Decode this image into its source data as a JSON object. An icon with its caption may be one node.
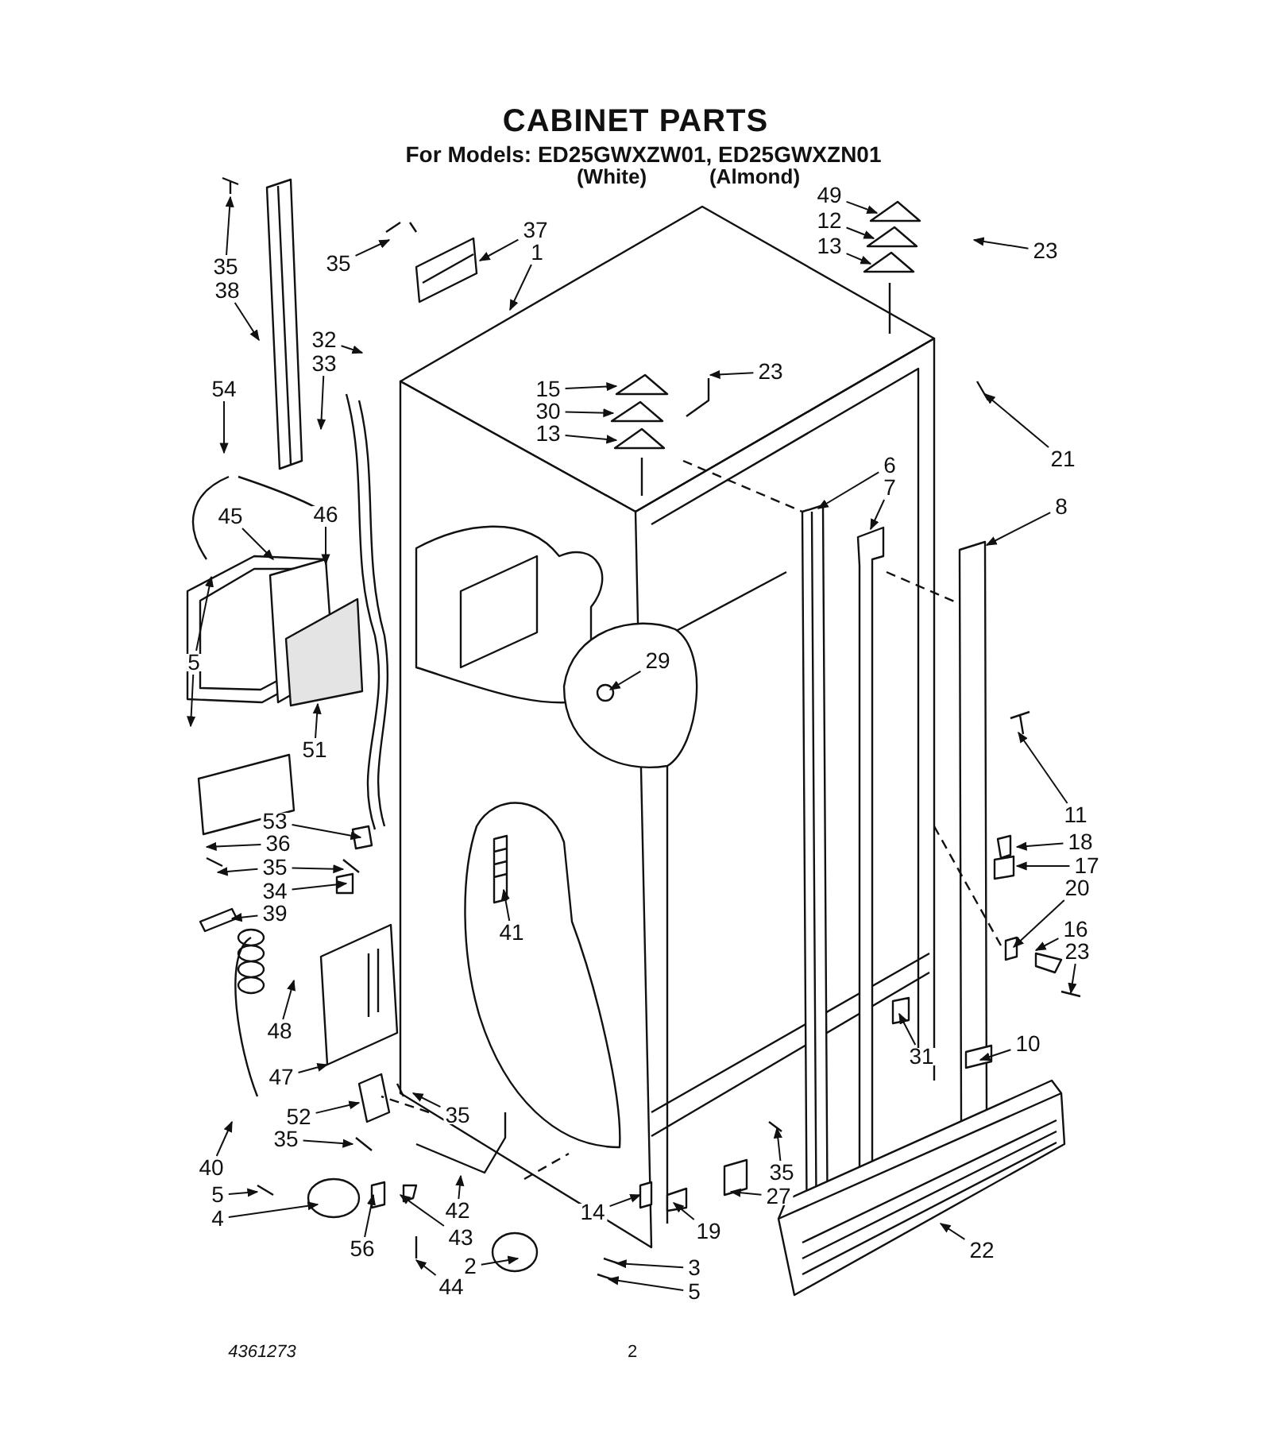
{
  "diagram": {
    "title": "CABINET PARTS",
    "nodes": [
      {
        "text": [
          "35"
        ]
      },
      {
        "text": [
          "38"
        ]
      },
      {
        "text": [
          "35"
        ]
      },
      {
        "text": [
          "37"
        ]
      },
      {
        "text": [
          "1"
        ]
      },
      {
        "text": [
          "49"
        ]
      },
      {
        "text": [
          "23"
        ]
      },
      {
        "text": [
          "12"
        ]
      },
      {
        "text": [
          "13"
        ]
      },
      {
        "text": [
          "32"
        ]
      },
      {
        "text": [
          "33"
        ]
      },
      {
        "text": [
          "23"
        ]
      },
      {
        "text": [
          "15"
        ]
      },
      {
        "text": [
          "54"
        ]
      },
      {
        "text": [
          "30"
        ]
      },
      {
        "text": [
          "13"
        ]
      },
      {
        "text": [
          "21"
        ]
      },
      {
        "text": [
          "6"
        ]
      },
      {
        "text": [
          "7"
        ]
      },
      {
        "text": [
          "8"
        ]
      },
      {
        "text": [
          "45"
        ]
      },
      {
        "text": [
          "46"
        ]
      },
      {
        "text": [
          "5"
        ]
      },
      {
        "text": [
          "29"
        ]
      },
      {
        "text": [
          "51"
        ]
      },
      {
        "text": [
          "11"
        ]
      },
      {
        "text": [
          "53"
        ]
      },
      {
        "text": [
          "18"
        ]
      },
      {
        "text": [
          "36"
        ]
      },
      {
        "text": [
          "17"
        ]
      },
      {
        "text": [
          "35"
        ]
      },
      {
        "text": [
          "20"
        ]
      },
      {
        "text": [
          "34"
        ]
      },
      {
        "text": [
          "39"
        ]
      },
      {
        "text": [
          "16"
        ]
      },
      {
        "text": [
          "41"
        ]
      },
      {
        "text": [
          "23"
        ]
      },
      {
        "text": [
          "48"
        ]
      },
      {
        "text": [
          "10"
        ]
      },
      {
        "text": [
          "31"
        ]
      },
      {
        "text": [
          "47"
        ]
      },
      {
        "text": [
          "52"
        ]
      },
      {
        "text": [
          "35"
        ]
      },
      {
        "text": [
          "35"
        ]
      },
      {
        "text": [
          "40"
        ]
      },
      {
        "text": [
          "35"
        ]
      },
      {
        "text": [
          "5"
        ]
      },
      {
        "text": [
          "27"
        ]
      },
      {
        "text": [
          "14"
        ]
      },
      {
        "text": [
          "42"
        ]
      },
      {
        "text": [
          "4"
        ]
      },
      {
        "text": [
          "19"
        ]
      },
      {
        "text": [
          "43"
        ]
      },
      {
        "text": [
          "56"
        ]
      },
      {
        "text": [
          "22"
        ]
      },
      {
        "text": [
          "2"
        ]
      },
      {
        "text": [
          "3"
        ]
      },
      {
        "text": [
          "44"
        ]
      },
      {
        "text": [
          "5"
        ]
      }
    ],
    "edges": [
      {
        "from": 0,
        "to": null,
        "arrow": "to"
      },
      {
        "from": 1,
        "to": null,
        "arrow": "to"
      },
      {
        "from": 2,
        "to": null,
        "arrow": "to"
      },
      {
        "from": 3,
        "to": null,
        "arrow": "to"
      },
      {
        "from": 4,
        "to": null,
        "arrow": "to"
      },
      {
        "from": 5,
        "to": null,
        "arrow": "to"
      },
      {
        "from": 6,
        "to": null,
        "arrow": "to"
      },
      {
        "from": 7,
        "to": null,
        "arrow": "to"
      },
      {
        "from": 8,
        "to": null,
        "arrow": "to"
      },
      {
        "from": 9,
        "to": null,
        "arrow": "to"
      },
      {
        "from": 10,
        "to": null,
        "arrow": "to"
      },
      {
        "from": 11,
        "to": null,
        "arrow": "to"
      },
      {
        "from": 12,
        "to": null,
        "arrow": "to"
      },
      {
        "from": 13,
        "to": null,
        "arrow": "to"
      },
      {
        "from": 14,
        "to": null,
        "arrow": "to"
      },
      {
        "from": 15,
        "to": null,
        "arrow": "to"
      },
      {
        "from": 16,
        "to": null,
        "arrow": "to"
      },
      {
        "from": 17,
        "to": null,
        "arrow": "to"
      },
      {
        "from": 18,
        "to": null,
        "arrow": "to"
      },
      {
        "from": 19,
        "to": null,
        "arrow": "to"
      },
      {
        "from": 20,
        "to": null,
        "arrow": "to"
      },
      {
        "from": 21,
        "to": null,
        "arrow": "to"
      },
      {
        "from": 22,
        "to": null,
        "arrow": "to"
      },
      {
        "from": 22,
        "to": null,
        "arrow": "to"
      },
      {
        "from": 23,
        "to": null,
        "arrow": "to"
      },
      {
        "from": 24,
        "to": null,
        "arrow": "to"
      },
      {
        "from": 25,
        "to": null,
        "arrow": "to"
      },
      {
        "from": 26,
        "to": null,
        "arrow": "to"
      },
      {
        "from": 27,
        "to": null,
        "arrow": "to"
      },
      {
        "from": 28,
        "to": null,
        "arrow": "to"
      },
      {
        "from": 29,
        "to": null,
        "arrow": "to"
      },
      {
        "from": 30,
        "to": null,
        "arrow": "to"
      },
      {
        "from": 30,
        "to": null,
        "arrow": "to"
      },
      {
        "from": 31,
        "to": null,
        "arrow": "to"
      },
      {
        "from": 32,
        "to": null,
        "arrow": "to"
      },
      {
        "from": 33,
        "to": null,
        "arrow": "to"
      },
      {
        "from": 34,
        "to": null,
        "arrow": "to"
      },
      {
        "from": 35,
        "to": null,
        "arrow": "to"
      },
      {
        "from": 36,
        "to": null,
        "arrow": "to"
      },
      {
        "from": 37,
        "to": null,
        "arrow": "to"
      },
      {
        "from": 38,
        "to": null,
        "arrow": "to"
      },
      {
        "from": 39,
        "to": null,
        "arrow": "to"
      },
      {
        "from": 40,
        "to": null,
        "arrow": "to"
      },
      {
        "from": 41,
        "to": null,
        "arrow": "to"
      },
      {
        "from": 42,
        "to": null,
        "arrow": "to"
      },
      {
        "from": 43,
        "to": null,
        "arrow": "to"
      },
      {
        "from": 44,
        "to": null,
        "arrow": "to"
      },
      {
        "from": 45,
        "to": null,
        "arrow": "to"
      },
      {
        "from": 46,
        "to": null,
        "arrow": "to"
      },
      {
        "from": 47,
        "to": null,
        "arrow": "to"
      },
      {
        "from": 48,
        "to": null,
        "arrow": "to"
      },
      {
        "from": 49,
        "to": null,
        "arrow": "to"
      },
      {
        "from": 50,
        "to": null,
        "arrow": "to"
      },
      {
        "from": 51,
        "to": null,
        "arrow": "to"
      },
      {
        "from": 52,
        "to": null,
        "arrow": "to"
      },
      {
        "from": 53,
        "to": null,
        "arrow": "to"
      },
      {
        "from": 54,
        "to": null,
        "arrow": "to"
      },
      {
        "from": 55,
        "to": null,
        "arrow": "to"
      },
      {
        "from": 56,
        "to": null,
        "arrow": "to"
      },
      {
        "from": 57,
        "to": null,
        "arrow": "to"
      },
      {
        "from": 58,
        "to": null,
        "arrow": "to"
      }
    ],
    "labels": [
      "For Models: ED25GWXZW01, ED25GWXZN01",
      "(White)",
      "(Almond)",
      "4361273",
      "2"
    ]
  }
}
